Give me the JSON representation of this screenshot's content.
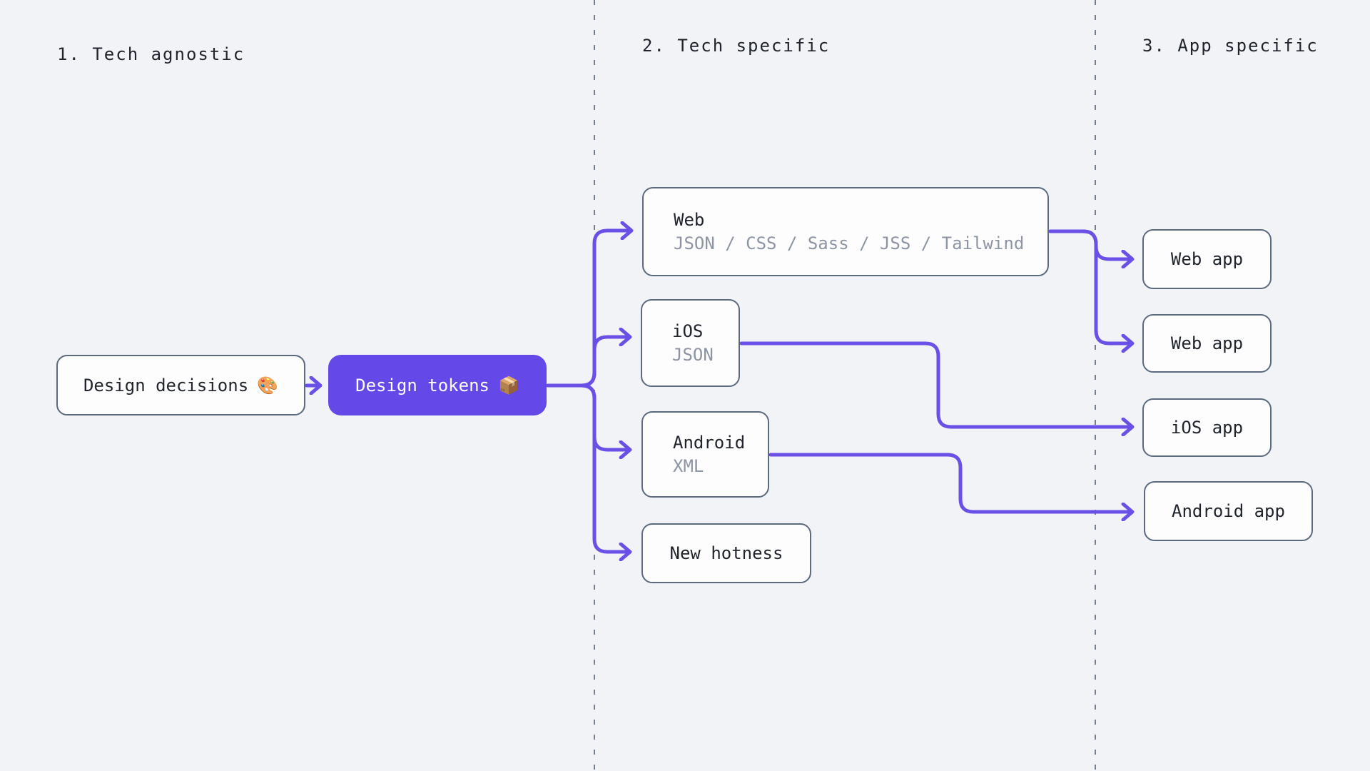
{
  "diagram": {
    "columns": [
      {
        "id": "tech-agnostic",
        "label": "1. Tech agnostic"
      },
      {
        "id": "tech-specific",
        "label": "2. Tech specific"
      },
      {
        "id": "app-specific",
        "label": "3. App specific"
      }
    ],
    "nodes": {
      "design_decisions": {
        "label": "Design decisions",
        "emoji": "🎨",
        "emoji_name": "palette-emoji"
      },
      "design_tokens": {
        "label": "Design tokens",
        "emoji": "📦",
        "emoji_name": "package-emoji"
      },
      "web": {
        "title": "Web",
        "subtitle": "JSON / CSS / Sass / JSS / Tailwind"
      },
      "ios": {
        "title": "iOS",
        "subtitle": "JSON"
      },
      "android": {
        "title": "Android",
        "subtitle": "XML"
      },
      "new_hotness": {
        "title": "New hotness"
      },
      "web_app_1": {
        "label": "Web app"
      },
      "web_app_2": {
        "label": "Web app"
      },
      "ios_app": {
        "label": "iOS app"
      },
      "android_app": {
        "label": "Android app"
      }
    },
    "edges": [
      {
        "from": "design_decisions",
        "to": "design_tokens"
      },
      {
        "from": "design_tokens",
        "to": "web"
      },
      {
        "from": "design_tokens",
        "to": "ios"
      },
      {
        "from": "design_tokens",
        "to": "android"
      },
      {
        "from": "design_tokens",
        "to": "new_hotness"
      },
      {
        "from": "web",
        "to": "web_app_1"
      },
      {
        "from": "web",
        "to": "web_app_2"
      },
      {
        "from": "ios",
        "to": "ios_app"
      },
      {
        "from": "android",
        "to": "android_app"
      }
    ],
    "colors": {
      "background": "#f1f3f7",
      "accent": "#6448e8",
      "connector": "#6a50e6",
      "node_border": "#5c6a7d",
      "node_fill": "#fdfdfe",
      "text": "#20242c",
      "muted_text": "#8d95a3",
      "divider": "#747e8c"
    }
  }
}
